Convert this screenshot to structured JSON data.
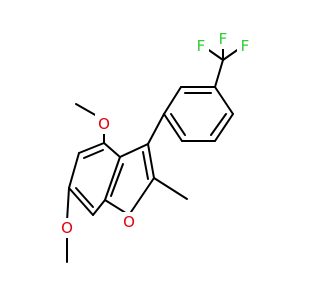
{
  "molecule": {
    "atoms": {
      "o_ring": {
        "label": "O",
        "color": "#e0000f"
      },
      "o_methoxy_top": {
        "label": "O",
        "color": "#e0000f"
      },
      "o_methoxy_bottom": {
        "label": "O",
        "color": "#e0000f"
      },
      "f_top": {
        "label": "F",
        "color": "#33cc33"
      },
      "f_left": {
        "label": "F",
        "color": "#33cc33"
      },
      "f_right": {
        "label": "F",
        "color": "#33cc33"
      }
    },
    "bond_color": "#000000"
  }
}
